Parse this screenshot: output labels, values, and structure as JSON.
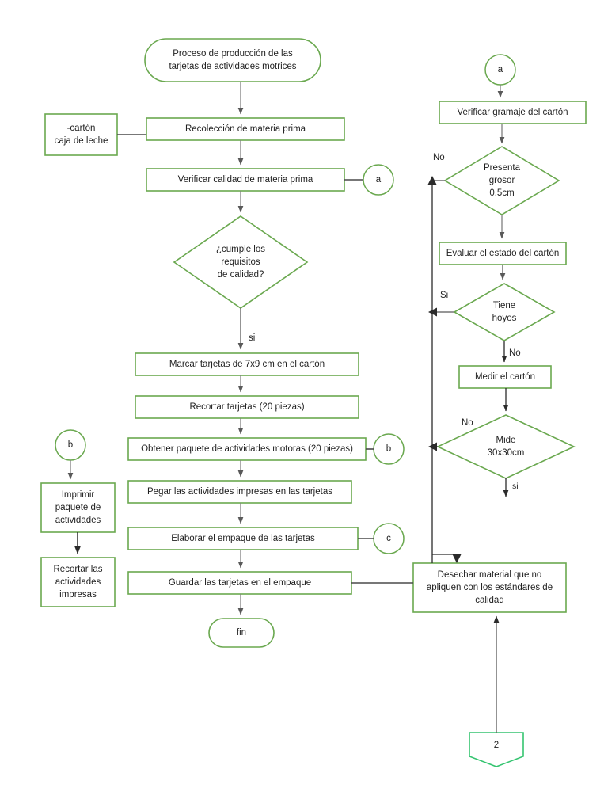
{
  "diagram": {
    "title": "Proceso de producción de las tarjetas de actividades motrices",
    "colors": {
      "node_border": "#6aa84f",
      "node_border_bright": "#35c470",
      "connector_line": "#404040",
      "flow_line": "#808080",
      "text": "#1f1f1f",
      "background": "#ffffff"
    }
  },
  "nodes": {
    "start": {
      "label": "Proceso de producción de las\ntarjetas de actividades motrices",
      "shape": "terminator"
    },
    "note_materials": {
      "label": "-cartón\ncaja de leche",
      "shape": "process"
    },
    "collect": {
      "label": "Recolección de materia prima",
      "shape": "process"
    },
    "verify_quality": {
      "label": "Verificar calidad de materia prima",
      "shape": "process"
    },
    "decision_quality": {
      "label": "¿cumple los\nrequisitos\nde calidad?",
      "shape": "decision"
    },
    "mark_cards": {
      "label": "Marcar tarjetas de 7x9 cm en el cartón",
      "shape": "process"
    },
    "cut_cards": {
      "label": "Recortar tarjetas (20 piezas)",
      "shape": "process"
    },
    "get_package": {
      "label": "Obtener paquete de actividades motoras (20 piezas)",
      "shape": "process"
    },
    "glue_activities": {
      "label": "Pegar las actividades impresas en las tarjetas",
      "shape": "process"
    },
    "make_packaging": {
      "label": "Elaborar el empaque de las tarjetas",
      "shape": "process"
    },
    "store_cards": {
      "label": "Guardar las tarjetas en el empaque",
      "shape": "process"
    },
    "end": {
      "label": "fin",
      "shape": "terminator"
    },
    "print_package": {
      "label": "Imprimir\npaquete de\nactividades",
      "shape": "process"
    },
    "cut_printed": {
      "label": "Recortar las\nactividades\nimpresas",
      "shape": "process"
    },
    "verify_grammage": {
      "label": "Verificar gramaje del cartón",
      "shape": "process"
    },
    "decision_thickness": {
      "label": "Presenta\ngrosor\n0.5cm",
      "shape": "decision"
    },
    "evaluate_state": {
      "label": "Evaluar el estado del cartón",
      "shape": "process"
    },
    "decision_holes": {
      "label": "Tiene\nhoyos",
      "shape": "decision"
    },
    "measure_card": {
      "label": "Medir el cartón",
      "shape": "process"
    },
    "decision_size": {
      "label": "Mide\n30x30cm",
      "shape": "decision"
    },
    "discard": {
      "label": "Desechar material que no\napliquen con los estándares de\ncalidad",
      "shape": "process"
    },
    "offpage_2": {
      "label": "2",
      "shape": "offpage-connector"
    }
  },
  "connectors": {
    "a_top_right": "a",
    "a_mid_left": "a",
    "b_left": "b",
    "b_right": "b",
    "c_right": "c"
  },
  "edge_labels": {
    "quality_yes": "si",
    "thickness_no": "No",
    "holes_yes": "Si",
    "holes_no": "No",
    "size_no": "No",
    "size_yes": "si"
  }
}
